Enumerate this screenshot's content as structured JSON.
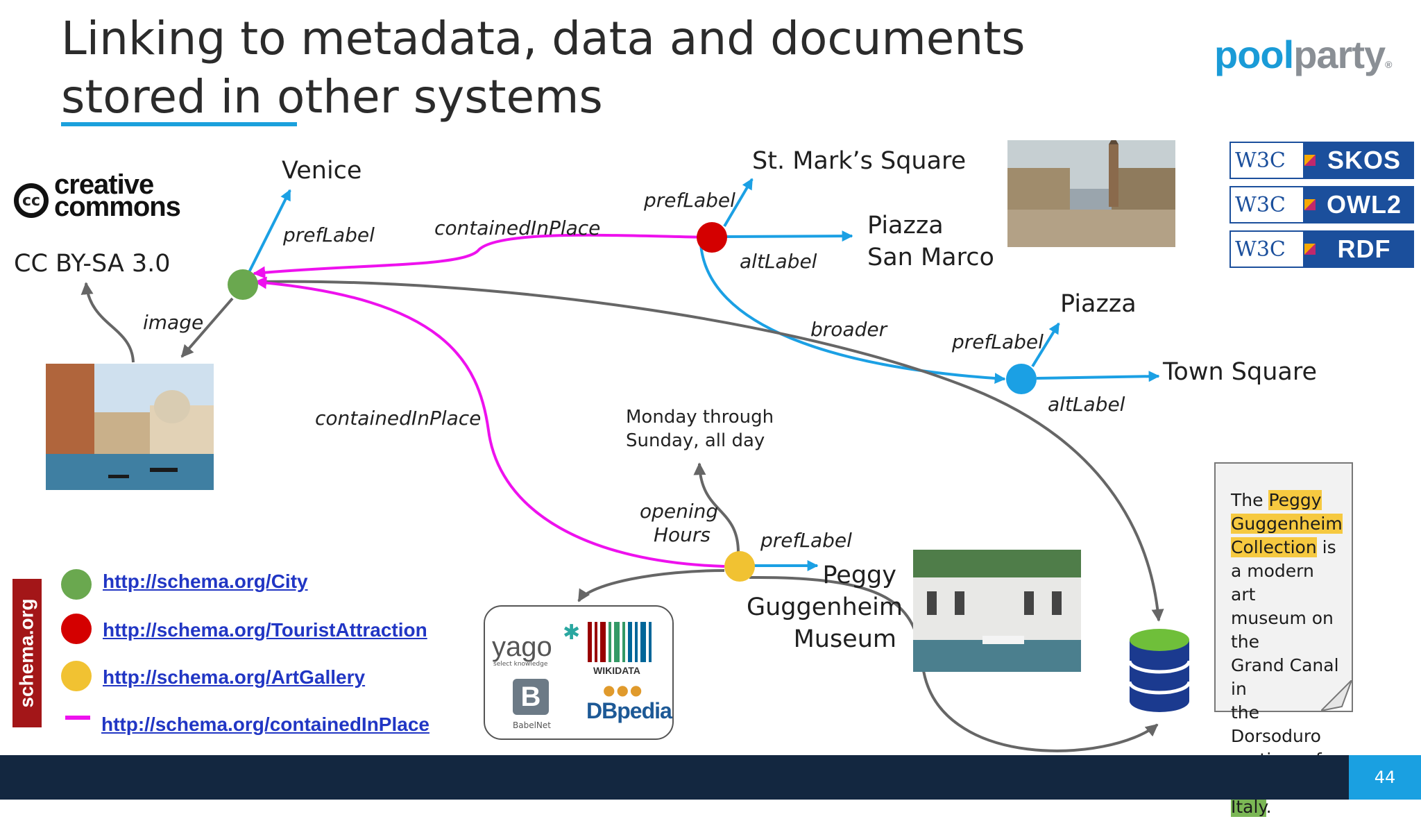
{
  "slide": {
    "title_line1": "Linking to metadata, data and documents",
    "title_line2": "stored in other systems",
    "page_number": "44"
  },
  "logos": {
    "poolparty_pool": "pool",
    "poolparty_party": "party",
    "poolparty_reg": "®",
    "cc_mark": "cc",
    "cc_text_1": "creative",
    "cc_text_2": "commons",
    "w3c": "W3C",
    "w3c_badges": [
      "SKOS",
      "OWL2",
      "RDF"
    ],
    "schema_org": "schema.org",
    "yago": "yago",
    "yago_tagline": "select knowledge",
    "wikidata": "WIKIDATA",
    "babelnet": "BabelNet",
    "dbpedia": "DBpedia"
  },
  "graph": {
    "venice": "Venice",
    "cc_license": "CC BY-SA 3.0",
    "st_marks": "St. Mark’s Square",
    "piazza_san_marco_1": "Piazza",
    "piazza_san_marco_2": "San Marco",
    "piazza": "Piazza",
    "town_square": "Town Square",
    "opening_hours_value_1": "Monday through",
    "opening_hours_value_2": "Sunday, all day",
    "peggy_1": "Peggy",
    "peggy_2": "Guggenheim",
    "peggy_3": "Museum",
    "edges": {
      "prefLabel_venice": "prefLabel",
      "containedInPlace_top": "containedInPlace",
      "prefLabel_stmarks": "prefLabel",
      "altLabel_stmarks": "altLabel",
      "image": "image",
      "broader": "broader",
      "prefLabel_piazza": "prefLabel",
      "altLabel_piazza": "altLabel",
      "containedInPlace_left": "containedInPlace",
      "opening_1": "opening",
      "opening_2": "Hours",
      "prefLabel_peggy": "prefLabel"
    }
  },
  "legend": {
    "items": [
      {
        "url": "http://schema.org/City",
        "color": "#6aa84f"
      },
      {
        "url": "http://schema.org/TouristAttraction",
        "color": "#d40000"
      },
      {
        "url": "http://schema.org/ArtGallery",
        "color": "#f1c232"
      },
      {
        "url": "http://schema.org/containedInPlace",
        "color": "#ee11ee"
      }
    ]
  },
  "document": {
    "w1": "The ",
    "h1": "Peggy",
    "h2": "Guggenheim",
    "h3": "Collection",
    "w2": " is",
    "w3": "a modern art",
    "w4": "museum on the",
    "w5": "Grand Canal in",
    "w6": "the Dorsoduro",
    "w7": "sestiere of",
    "h4": "Venice, Italy",
    "w8": "."
  },
  "colors": {
    "city_node": "#6aa84f",
    "tourist_node": "#d40000",
    "gallery_node": "#f1c232",
    "concept_node": "#1ba0e4",
    "contained_edge": "#ee11ee",
    "label_edge": "#1ba0e4",
    "link_edge": "#666666",
    "accent": "#1aa0e1",
    "footer": "#132740"
  }
}
